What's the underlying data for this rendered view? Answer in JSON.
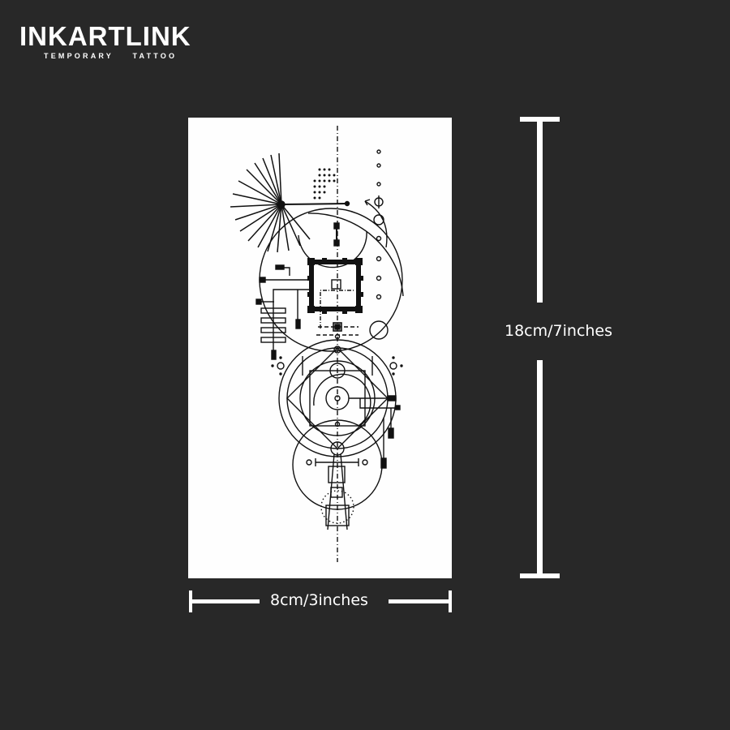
{
  "brand": {
    "name": "INKARTLINK",
    "tagline": "TEMPORARY TATTOO"
  },
  "product": {
    "design": "geometric-line-tattoo",
    "background_color": "#282828",
    "card_color": "#fefefe"
  },
  "dimensions": {
    "height_label": "18cm/7inches",
    "width_label": "8cm/3inches"
  }
}
